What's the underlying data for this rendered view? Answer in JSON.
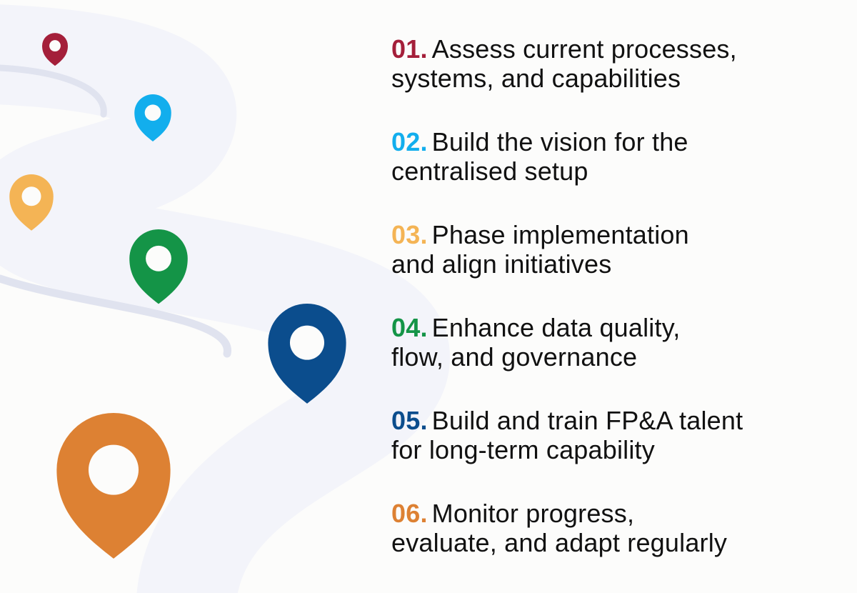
{
  "colors": {
    "background": "#fcfcfb",
    "road": "#f3f4fa",
    "road_edge": "#e0e3ef"
  },
  "steps": [
    {
      "number": "01.",
      "line1": "Assess current processes,",
      "line2": "systems, and capabilities",
      "color": "#a41f3a",
      "icon": "map-pin-icon"
    },
    {
      "number": "02.",
      "line1": "Build the vision for the",
      "line2": "centralised setup",
      "color": "#12aeed",
      "icon": "map-pin-icon"
    },
    {
      "number": "03.",
      "line1": "Phase implementation",
      "line2": "and align initiatives",
      "color": "#f4b455",
      "icon": "map-pin-icon"
    },
    {
      "number": "04.",
      "line1": "Enhance data quality,",
      "line2": "flow, and governance",
      "color": "#149447",
      "icon": "map-pin-icon"
    },
    {
      "number": "05.",
      "line1": "Build and train FP&A talent",
      "line2": "for long-term capability",
      "color": "#0b4d8d",
      "icon": "map-pin-icon"
    },
    {
      "number": "06.",
      "line1": "Monitor progress,",
      "line2": "evaluate, and adapt regularly",
      "color": "#dd8133",
      "icon": "map-pin-icon"
    }
  ]
}
